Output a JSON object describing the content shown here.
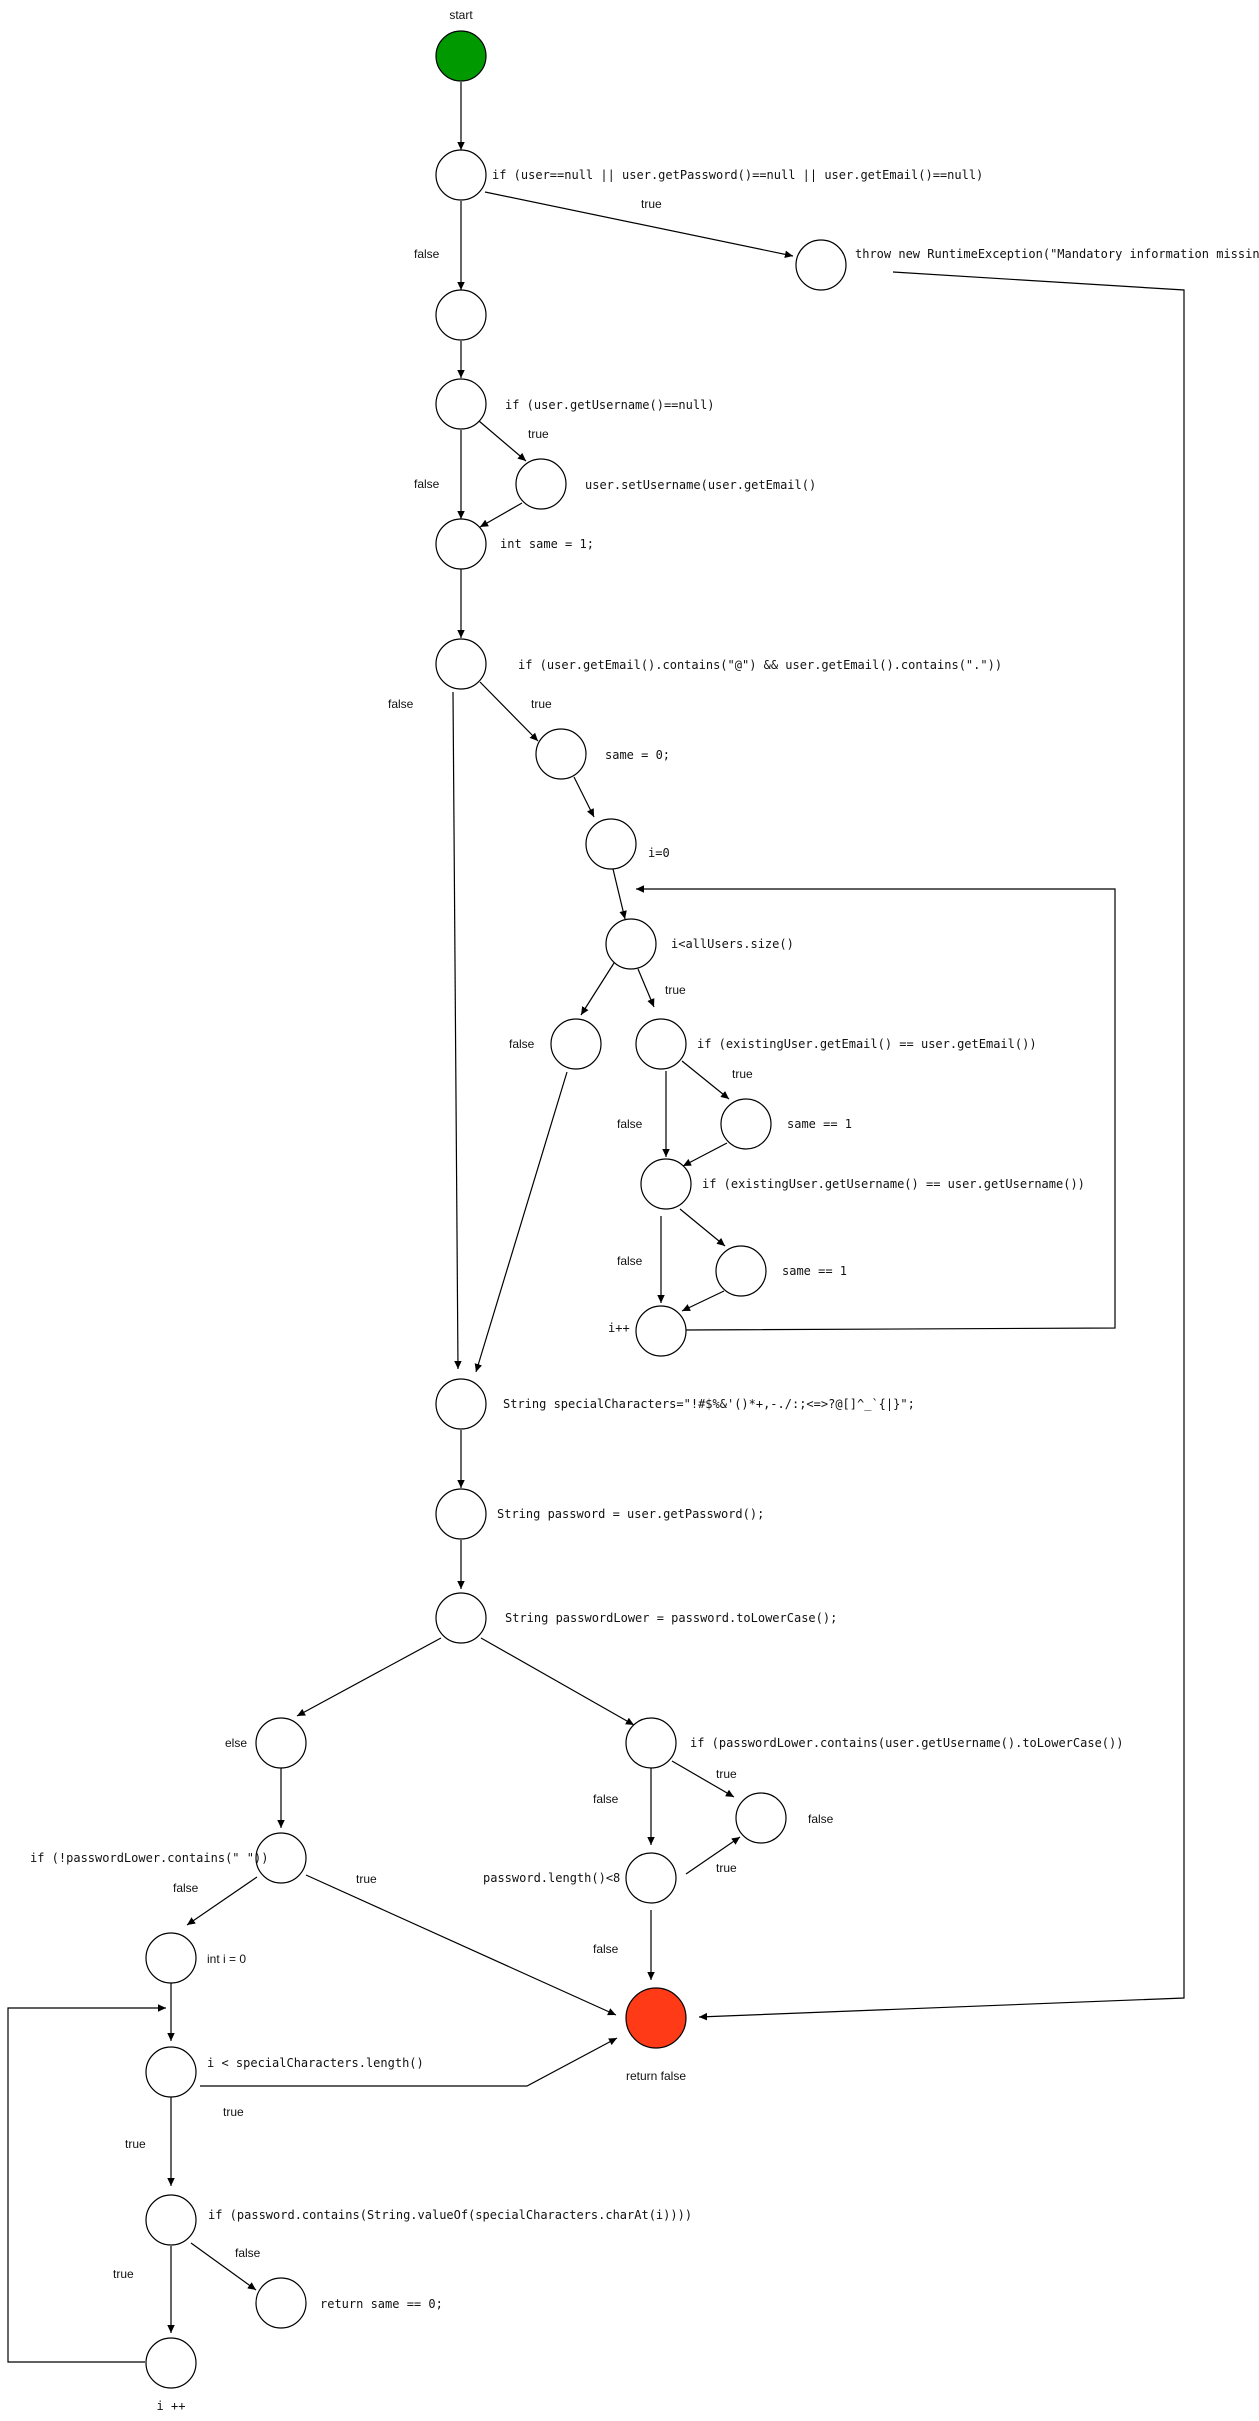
{
  "colors": {
    "start_fill": "#009900",
    "end_fill": "#ff3a17",
    "node_fill": "#ffffff",
    "stroke": "#000000"
  },
  "nodes": {
    "start": {
      "label": "start"
    },
    "n1": {
      "label": "if (user==null || user.getPassword()==null || user.getEmail()==null)"
    },
    "throw": {
      "label": "throw new RuntimeException(\"Mandatory information missing!\");"
    },
    "n2": {
      "label": ""
    },
    "n3": {
      "label": "if (user.getUsername()==null)"
    },
    "setuser": {
      "label": "user.setUsername(user.getEmail()"
    },
    "same1": {
      "label": "int same = 1;"
    },
    "ifemail": {
      "label": "if (user.getEmail().contains(\"@\") && user.getEmail().contains(\".\"))"
    },
    "same0": {
      "label": "same = 0;"
    },
    "i0": {
      "label": "i=0"
    },
    "loop": {
      "label": "i<allUsers.size()"
    },
    "lfalse": {
      "label": "false"
    },
    "ifex1": {
      "label": "if (existingUser.getEmail() == user.getEmail())"
    },
    "sameeq1": {
      "label": "same == 1"
    },
    "ifex2": {
      "label": "if (existingUser.getUsername() == user.getUsername())"
    },
    "sameeq2": {
      "label": "same == 1"
    },
    "iinc": {
      "label": "i++"
    },
    "spec": {
      "label": "String specialCharacters=\"!#$%&'()*+,-./:;<=>?@[]^_`{|}\";"
    },
    "pwd": {
      "label": "String password = user.getPassword();"
    },
    "pwdl": {
      "label": "String passwordLower = password.toLowerCase();"
    },
    "else": {
      "label": "else"
    },
    "ifuser": {
      "label": "if (passwordLower.contains(user.getUsername().toLowerCase())"
    },
    "ifspace": {
      "label": "if (!passwordLower.contains(\" \"))"
    },
    "rfalse": {
      "label": "false"
    },
    "pwlen": {
      "label": "password.length()<8"
    },
    "inti": {
      "label": "int i = 0"
    },
    "retfalse": {
      "label": "return false"
    },
    "iloop": {
      "label": "i < specialCharacters.length()"
    },
    "ifcont": {
      "label": "if (password.contains(String.valueOf(specialCharacters.charAt(i))))"
    },
    "retsame": {
      "label": "return same == 0;"
    },
    "iinc2": {
      "label": "i ++"
    }
  },
  "edge_labels": {
    "e1_true": "true",
    "e1_false": "false",
    "e3_true": "true",
    "e3_false": "false",
    "e4_false": "false",
    "e4_true": "true",
    "e5_true": "true",
    "e6_true": "true",
    "e6_false": "false",
    "e7_true": "true",
    "e7_false": "false",
    "e8_true": "true",
    "e8_false": "false",
    "e9_true": "true",
    "e10_false": "false",
    "e10_true": "true",
    "e11_false": "false",
    "e11_true": "true",
    "e12_true": "true",
    "e12_false": "false"
  }
}
